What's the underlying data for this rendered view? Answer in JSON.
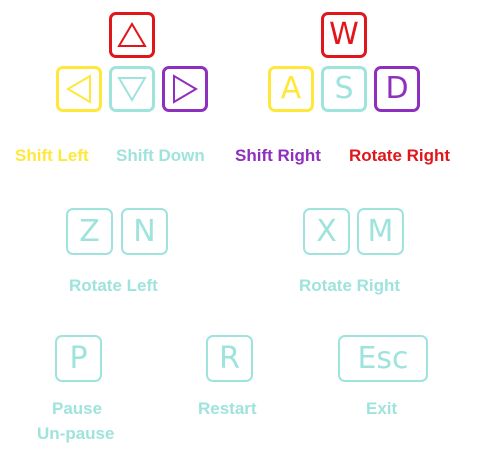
{
  "colors": {
    "red": "#e0161b",
    "yellow": "#ffe83a",
    "cyan": "#9fe3dd",
    "purple": "#8e2fbd"
  },
  "arrow_keys": [
    {
      "name": "up-arrow-icon",
      "color": "red"
    },
    {
      "name": "left-arrow-icon",
      "color": "yellow"
    },
    {
      "name": "down-arrow-icon",
      "color": "cyan"
    },
    {
      "name": "right-arrow-icon",
      "color": "purple"
    }
  ],
  "letter_keys": {
    "w": "W",
    "a": "A",
    "s": "S",
    "d": "D",
    "z": "Z",
    "n": "N",
    "x": "X",
    "m": "M",
    "p": "P",
    "r": "R",
    "esc": "Esc"
  },
  "labels": {
    "shift_left": "Shift Left",
    "shift_down": "Shift Down",
    "shift_right": "Shift Right",
    "rotate_right_top": "Rotate Right",
    "rotate_left": "Rotate Left",
    "rotate_right": "Rotate Right",
    "pause": "Pause",
    "unpause": "Un-pause",
    "restart": "Restart",
    "exit": "Exit"
  }
}
